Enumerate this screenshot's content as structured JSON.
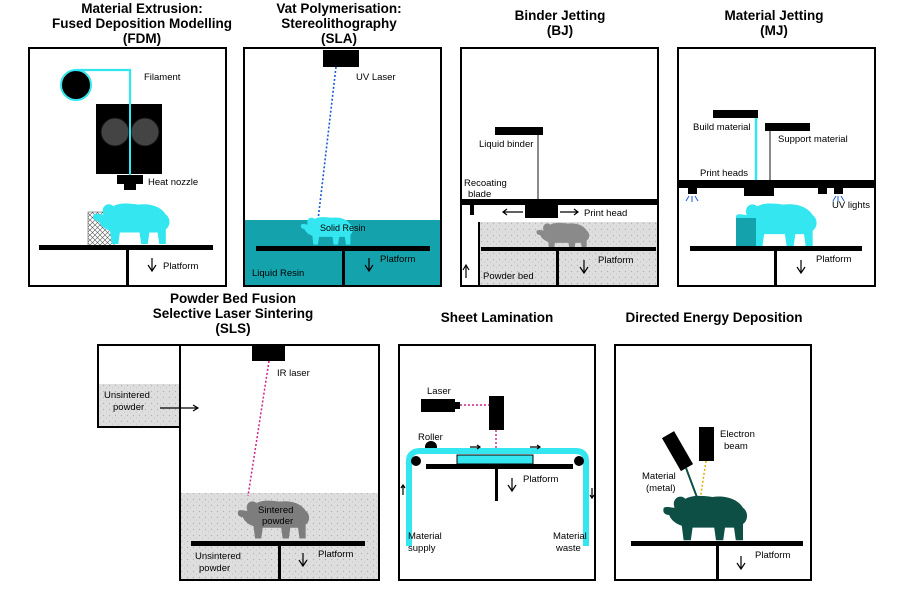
{
  "fdm": {
    "title_l1": "Material Extrusion:",
    "title_l2": "Fused Deposition Modelling",
    "title_l3": "(FDM)",
    "filament": "Filament",
    "heat_nozzle": "Heat nozzle",
    "platform": "Platform"
  },
  "sla": {
    "title_l1": "Vat Polymerisation:",
    "title_l2": "Stereolithography",
    "title_l3": "(SLA)",
    "uv_laser": "UV Laser",
    "solid_resin": "Solid Resin",
    "liquid_resin": "Liquid Resin",
    "platform": "Platform"
  },
  "bj": {
    "title_l1": "Binder Jetting",
    "title_l2": "(BJ)",
    "liquid_binder": "Liquid binder",
    "recoating_l1": "Recoating",
    "recoating_l2": "blade",
    "print_head": "Print head",
    "platform": "Platform",
    "powder_bed": "Powder bed"
  },
  "mj": {
    "title_l1": "Material Jetting",
    "title_l2": "(MJ)",
    "build_material": "Build material",
    "support_material": "Support material",
    "print_heads": "Print heads",
    "uv_lights": "UV lights",
    "platform": "Platform"
  },
  "sls": {
    "title_l1": "Powder Bed Fusion",
    "title_l2": "Selective Laser Sintering",
    "title_l3": "(SLS)",
    "unsintered_top_l1": "Unsintered",
    "unsintered_top_l2": "powder",
    "ir_laser": "IR laser",
    "sintered_l1": "Sintered",
    "sintered_l2": "powder",
    "unsintered_bot_l1": "Unsintered",
    "unsintered_bot_l2": "powder",
    "platform": "Platform"
  },
  "sl": {
    "title": "Sheet Lamination",
    "laser": "Laser",
    "roller": "Roller",
    "platform": "Platform",
    "supply_l1": "Material",
    "supply_l2": "supply",
    "waste_l1": "Material",
    "waste_l2": "waste"
  },
  "ded": {
    "title": "Directed Energy Deposition",
    "electron_l1": "Electron",
    "electron_l2": "beam",
    "material_l1": "Material",
    "material_l2": "(metal)",
    "platform": "Platform"
  },
  "colors": {
    "cyan": "#33e6ef",
    "teal_resin": "#14a3ad",
    "ded_green": "#0d4f44",
    "powder": "#d8d8d8",
    "grey_part": "#8a8a8a"
  }
}
